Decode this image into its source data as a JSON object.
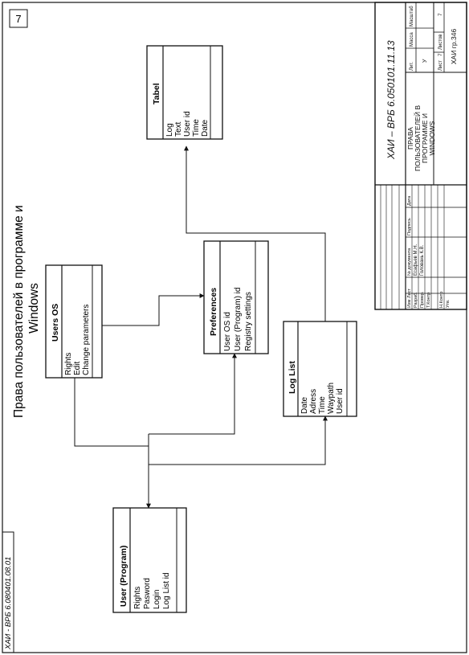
{
  "document": {
    "page_number": "7",
    "title_line1": "Права пользователей в программе и",
    "title_line2": "Windows",
    "side_code": "ХАИ - ВРБ 6.080401.08.01"
  },
  "entities": {
    "users_os": {
      "name": "Users OS",
      "fields": [
        "Rights",
        "Edit",
        "Change parameters"
      ]
    },
    "preferences": {
      "name": "Preferences",
      "fields": [
        "User OS id",
        "User (Program) id",
        "Registry settings"
      ]
    },
    "tabel": {
      "name": "Tabel",
      "fields": [
        "Log",
        "Text",
        "User id",
        "Time",
        "Date"
      ]
    },
    "log_list": {
      "name": "Log List",
      "fields": [
        "Date",
        "Adress",
        "Time",
        "Waypath",
        "User id"
      ]
    },
    "user_program": {
      "name": "User (Program)",
      "fields": [
        "Rights",
        "Pasword",
        "Login",
        "Log List id"
      ]
    }
  },
  "title_block": {
    "doc_code": "ХАИ – ВРБ 6.050101.11.13",
    "drawing_title": [
      "ПРАВА",
      "ПОЛЬЗОВАТЕЛЕЙ В",
      "ПРОГРАММЕ И",
      "WINDOWS"
    ],
    "headers": {
      "izm": "Изм",
      "list": "Лист",
      "doc_no": "№ документа",
      "signature": "Подпись",
      "date": "Дата"
    },
    "rows": {
      "razrab": {
        "label": "Разраб.",
        "name": "Есафьев М.Н."
      },
      "prover": {
        "label": "Провер.",
        "name": "Головань К.В."
      },
      "tkontr": {
        "label": "Т.Контр",
        "name": ""
      },
      "nkontr": {
        "label": "Н.Контр",
        "name": ""
      },
      "utv": {
        "label": "Утв.",
        "name": ""
      }
    },
    "lit": {
      "lit_label": "Лит.",
      "mass_label": "Масса",
      "scale_label": "Масштаб",
      "lit_value": "У"
    },
    "sheet": {
      "list_label": "Лист",
      "list_value": "7",
      "listov_label": "Листов",
      "listov_value": "7"
    },
    "group": "ХАИ гр.346"
  }
}
